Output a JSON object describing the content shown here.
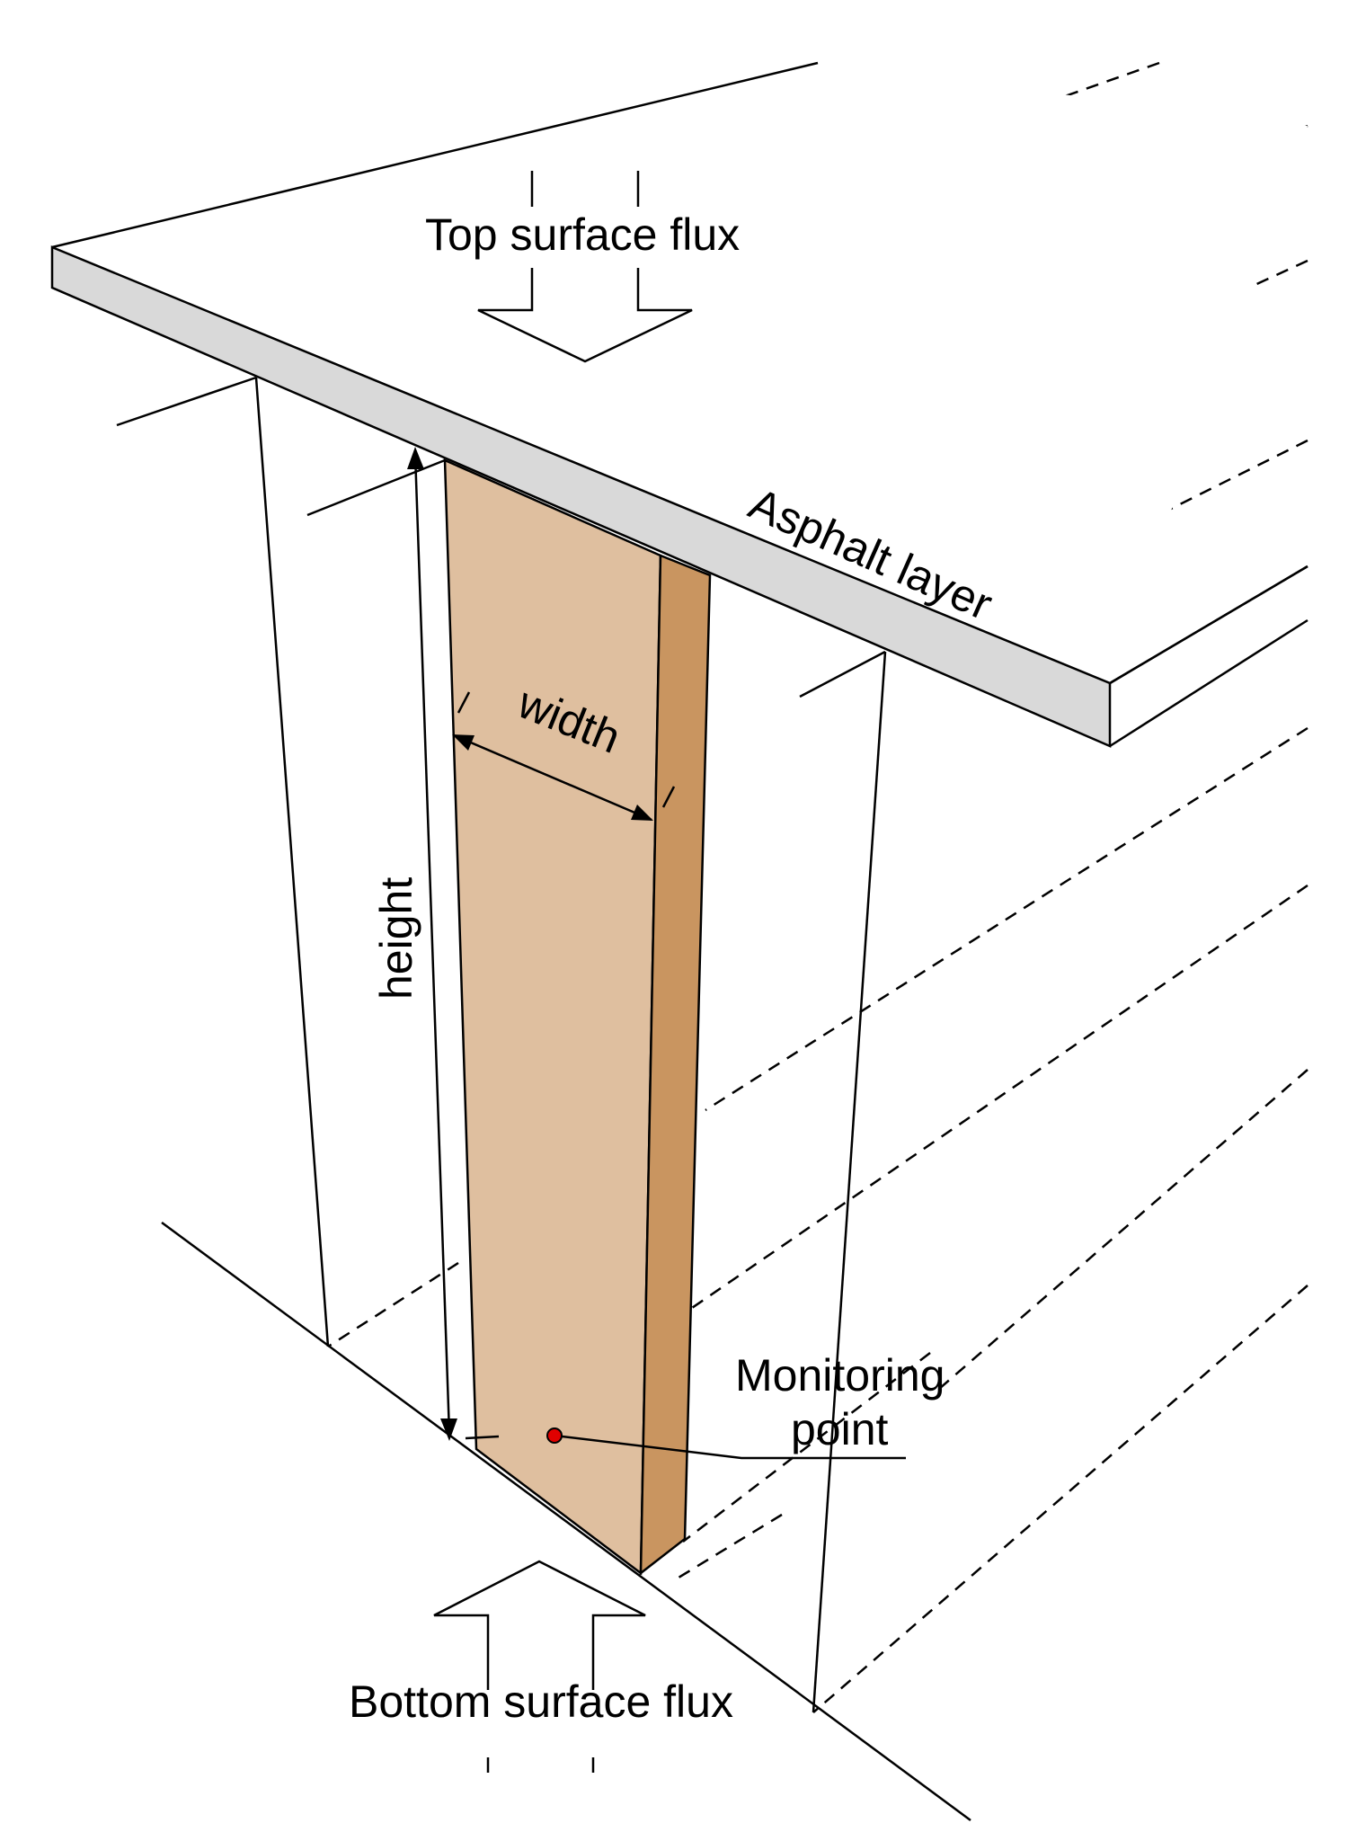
{
  "labels": {
    "top_flux": "Top surface flux",
    "bottom_flux": "Bottom surface flux",
    "asphalt": "Asphalt layer",
    "width": "width",
    "height": "height",
    "monitoring_line1": "Monitoring",
    "monitoring_line2": "point"
  },
  "colors": {
    "asphalt_top": "#ffffff",
    "asphalt_side": "#d9d9d9",
    "column_front": "#dfbf9f",
    "column_side": "#c99560",
    "monitoring_point": "#e00000",
    "line": "#000000"
  }
}
